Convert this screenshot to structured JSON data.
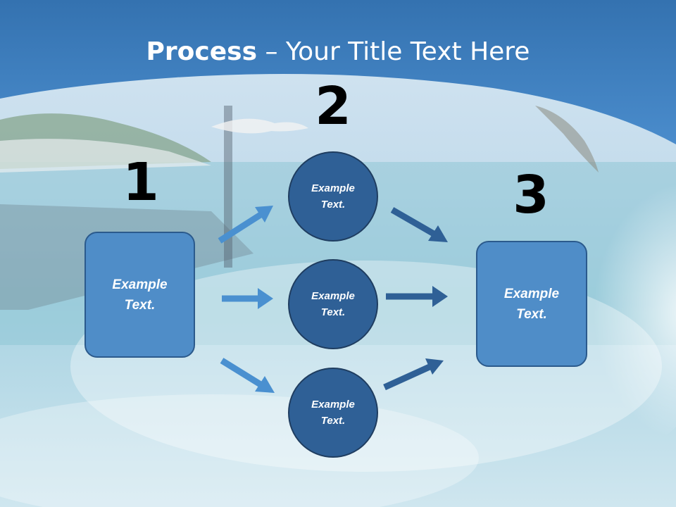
{
  "title": {
    "bold": "Process",
    "separator": " – ",
    "rest": "Your Title Text Here"
  },
  "numbers": {
    "one": "1",
    "two": "2",
    "three": "3"
  },
  "left_box": {
    "line1": "Example",
    "line2": "Text."
  },
  "right_box": {
    "line1": "Example",
    "line2": "Text."
  },
  "circles": [
    {
      "line1": "Example",
      "line2": "Text."
    },
    {
      "line1": "Example",
      "line2": "Text."
    },
    {
      "line1": "Example",
      "line2": "Text."
    }
  ],
  "colors": {
    "header": "#3d7fc1",
    "box_fill": "#4f8dc8",
    "circle_fill": "#2f6096",
    "arrow_left": "#4a90d0",
    "arrow_right": "#2f6096"
  }
}
